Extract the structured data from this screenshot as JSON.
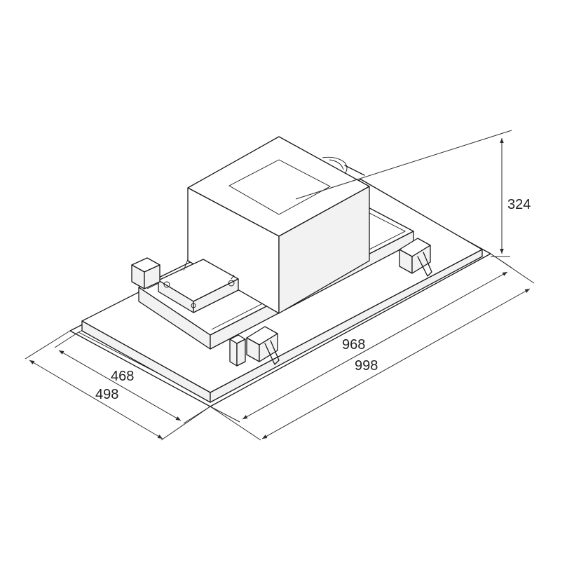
{
  "dimensions": {
    "height": "324",
    "inner_length": "968",
    "outer_length": "998",
    "inner_width": "468",
    "outer_width": "498"
  },
  "colors": {
    "line": "#1a1a1a",
    "background": "#ffffff"
  }
}
